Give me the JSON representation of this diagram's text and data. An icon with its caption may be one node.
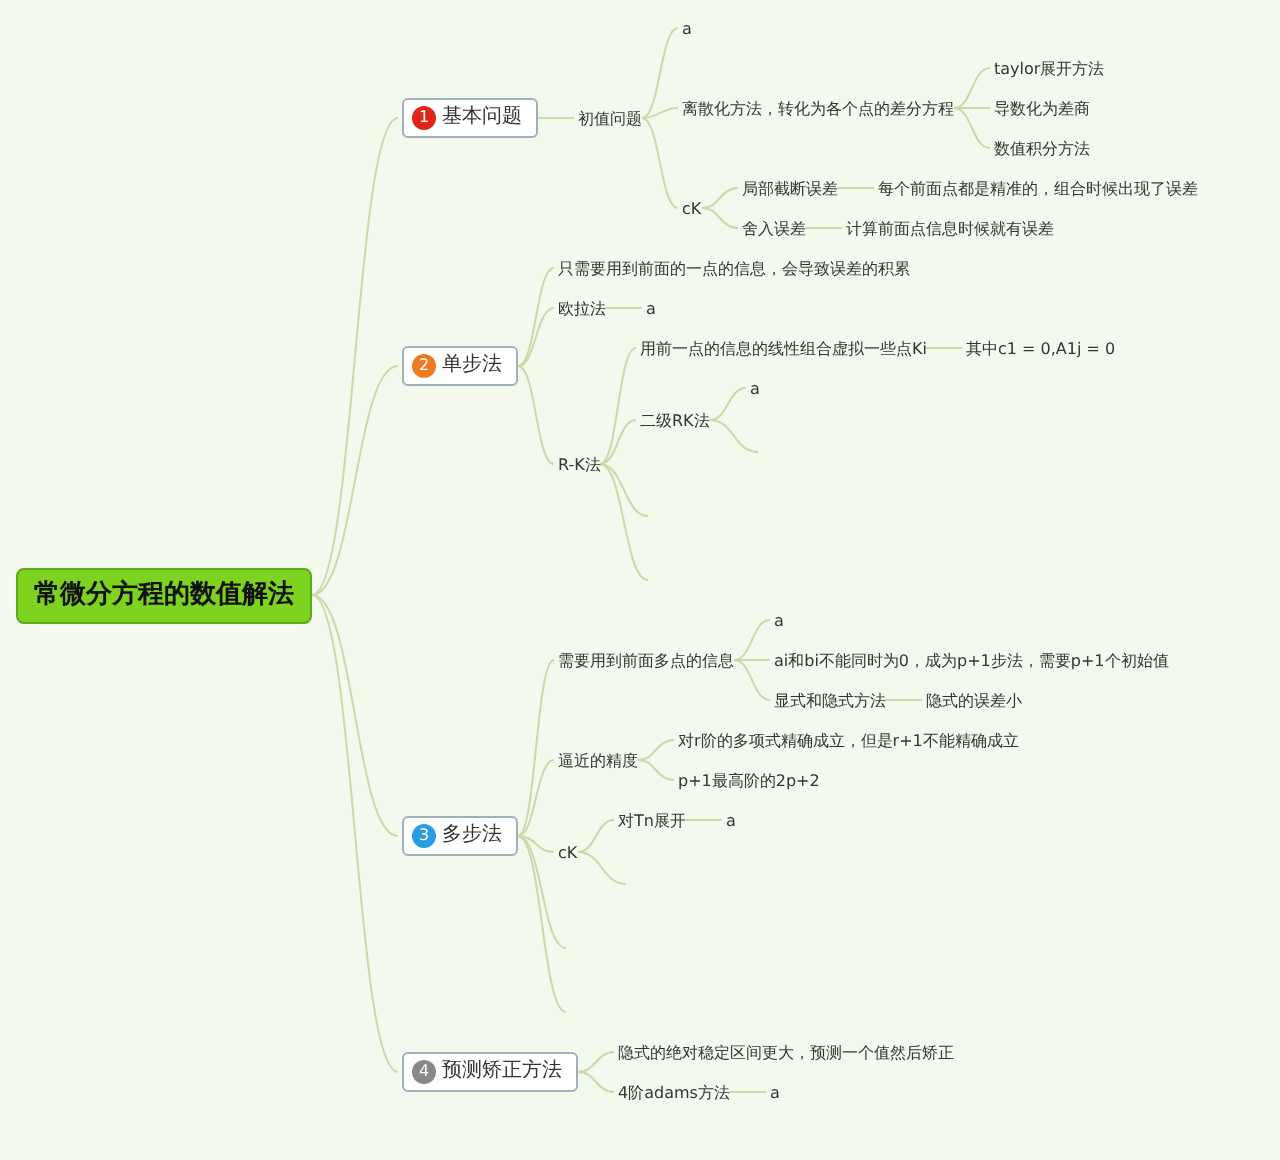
{
  "diagram": {
    "nodes": [
      {
        "text": [
          "常微分方程的数值解法"
        ]
      },
      {
        "text": [
          "1",
          "基本问题"
        ]
      },
      {
        "text": [
          "初值问题"
        ]
      },
      {
        "text": [
          "a"
        ]
      },
      {
        "text": [
          "离散化方法，转化为各个点的差分方程"
        ]
      },
      {
        "text": [
          "taylor展开方法"
        ]
      },
      {
        "text": [
          "导数化为差商"
        ]
      },
      {
        "text": [
          "数值积分方法"
        ]
      },
      {
        "text": [
          "cK"
        ]
      },
      {
        "text": [
          "局部截断误差"
        ]
      },
      {
        "text": [
          "每个前面点都是精准的，组合时候出现了误差"
        ]
      },
      {
        "text": [
          "舍入误差"
        ]
      },
      {
        "text": [
          "计算前面点信息时候就有误差"
        ]
      },
      {
        "text": [
          "2",
          "单步法"
        ]
      },
      {
        "text": [
          "只需要用到前面的一点的信息，会导致误差的积累"
        ]
      },
      {
        "text": [
          "欧拉法"
        ]
      },
      {
        "text": [
          "a"
        ]
      },
      {
        "text": [
          "R-K法"
        ]
      },
      {
        "text": [
          "用前一点的信息的线性组合虚拟一些点Ki"
        ]
      },
      {
        "text": [
          "其中c1 = 0,A1j = 0"
        ]
      },
      {
        "text": [
          "二级RK法"
        ]
      },
      {
        "text": [
          "a"
        ]
      },
      {
        "text": [
          "3",
          "多步法"
        ]
      },
      {
        "text": [
          "需要用到前面多点的信息"
        ]
      },
      {
        "text": [
          "a"
        ]
      },
      {
        "text": [
          "ai和bi不能同时为0，成为p+1步法，需要p+1个初始值"
        ]
      },
      {
        "text": [
          "显式和隐式方法"
        ]
      },
      {
        "text": [
          "隐式的误差小"
        ]
      },
      {
        "text": [
          "逼近的精度"
        ]
      },
      {
        "text": [
          "对r阶的多项式精确成立，但是r+1不能精确成立"
        ]
      },
      {
        "text": [
          "p+1最高阶的2p+2"
        ]
      },
      {
        "text": [
          "cK"
        ]
      },
      {
        "text": [
          "对Tn展开"
        ]
      },
      {
        "text": [
          "a"
        ]
      },
      {
        "text": [
          "4",
          "预测矫正方法"
        ]
      },
      {
        "text": [
          "隐式的绝对稳定区间更大，预测一个值然后矫正"
        ]
      },
      {
        "text": [
          "4阶adams方法"
        ]
      },
      {
        "text": [
          "a"
        ]
      }
    ],
    "edges": [
      {
        "from": 0,
        "to": 1,
        "arrow": "none"
      },
      {
        "from": 1,
        "to": 2,
        "arrow": "none"
      },
      {
        "from": 2,
        "to": 3,
        "arrow": "none"
      },
      {
        "from": 2,
        "to": 4,
        "arrow": "none"
      },
      {
        "from": 4,
        "to": 5,
        "arrow": "none"
      },
      {
        "from": 4,
        "to": 6,
        "arrow": "none"
      },
      {
        "from": 4,
        "to": 7,
        "arrow": "none"
      },
      {
        "from": 2,
        "to": 8,
        "arrow": "none"
      },
      {
        "from": 8,
        "to": 9,
        "arrow": "none"
      },
      {
        "from": 9,
        "to": 10,
        "arrow": "none"
      },
      {
        "from": 8,
        "to": 11,
        "arrow": "none"
      },
      {
        "from": 11,
        "to": 12,
        "arrow": "none"
      },
      {
        "from": 0,
        "to": 13,
        "arrow": "none"
      },
      {
        "from": 13,
        "to": 14,
        "arrow": "none"
      },
      {
        "from": 13,
        "to": 15,
        "arrow": "none"
      },
      {
        "from": 15,
        "to": 16,
        "arrow": "none"
      },
      {
        "from": 13,
        "to": 17,
        "arrow": "none"
      },
      {
        "from": 17,
        "to": 18,
        "arrow": "none"
      },
      {
        "from": 18,
        "to": 19,
        "arrow": "none"
      },
      {
        "from": 17,
        "to": 20,
        "arrow": "none"
      },
      {
        "from": 20,
        "to": 21,
        "arrow": "none"
      },
      {
        "from": 20,
        "to": null,
        "arrow": "none"
      },
      {
        "from": 17,
        "to": null,
        "arrow": "none"
      },
      {
        "from": 17,
        "to": null,
        "arrow": "none"
      },
      {
        "from": 0,
        "to": 22,
        "arrow": "none"
      },
      {
        "from": 22,
        "to": 23,
        "arrow": "none"
      },
      {
        "from": 23,
        "to": 24,
        "arrow": "none"
      },
      {
        "from": 23,
        "to": 25,
        "arrow": "none"
      },
      {
        "from": 23,
        "to": 26,
        "arrow": "none"
      },
      {
        "from": 26,
        "to": 27,
        "arrow": "none"
      },
      {
        "from": 22,
        "to": 28,
        "arrow": "none"
      },
      {
        "from": 28,
        "to": 29,
        "arrow": "none"
      },
      {
        "from": 28,
        "to": 30,
        "arrow": "none"
      },
      {
        "from": 22,
        "to": 31,
        "arrow": "none"
      },
      {
        "from": 31,
        "to": 32,
        "arrow": "none"
      },
      {
        "from": 32,
        "to": 33,
        "arrow": "none"
      },
      {
        "from": 31,
        "to": null,
        "arrow": "none"
      },
      {
        "from": 22,
        "to": null,
        "arrow": "none"
      },
      {
        "from": 22,
        "to": null,
        "arrow": "none"
      },
      {
        "from": 0,
        "to": 34,
        "arrow": "none"
      },
      {
        "from": 34,
        "to": 35,
        "arrow": "none"
      },
      {
        "from": 34,
        "to": 36,
        "arrow": "none"
      },
      {
        "from": 36,
        "to": 37,
        "arrow": "none"
      }
    ]
  }
}
